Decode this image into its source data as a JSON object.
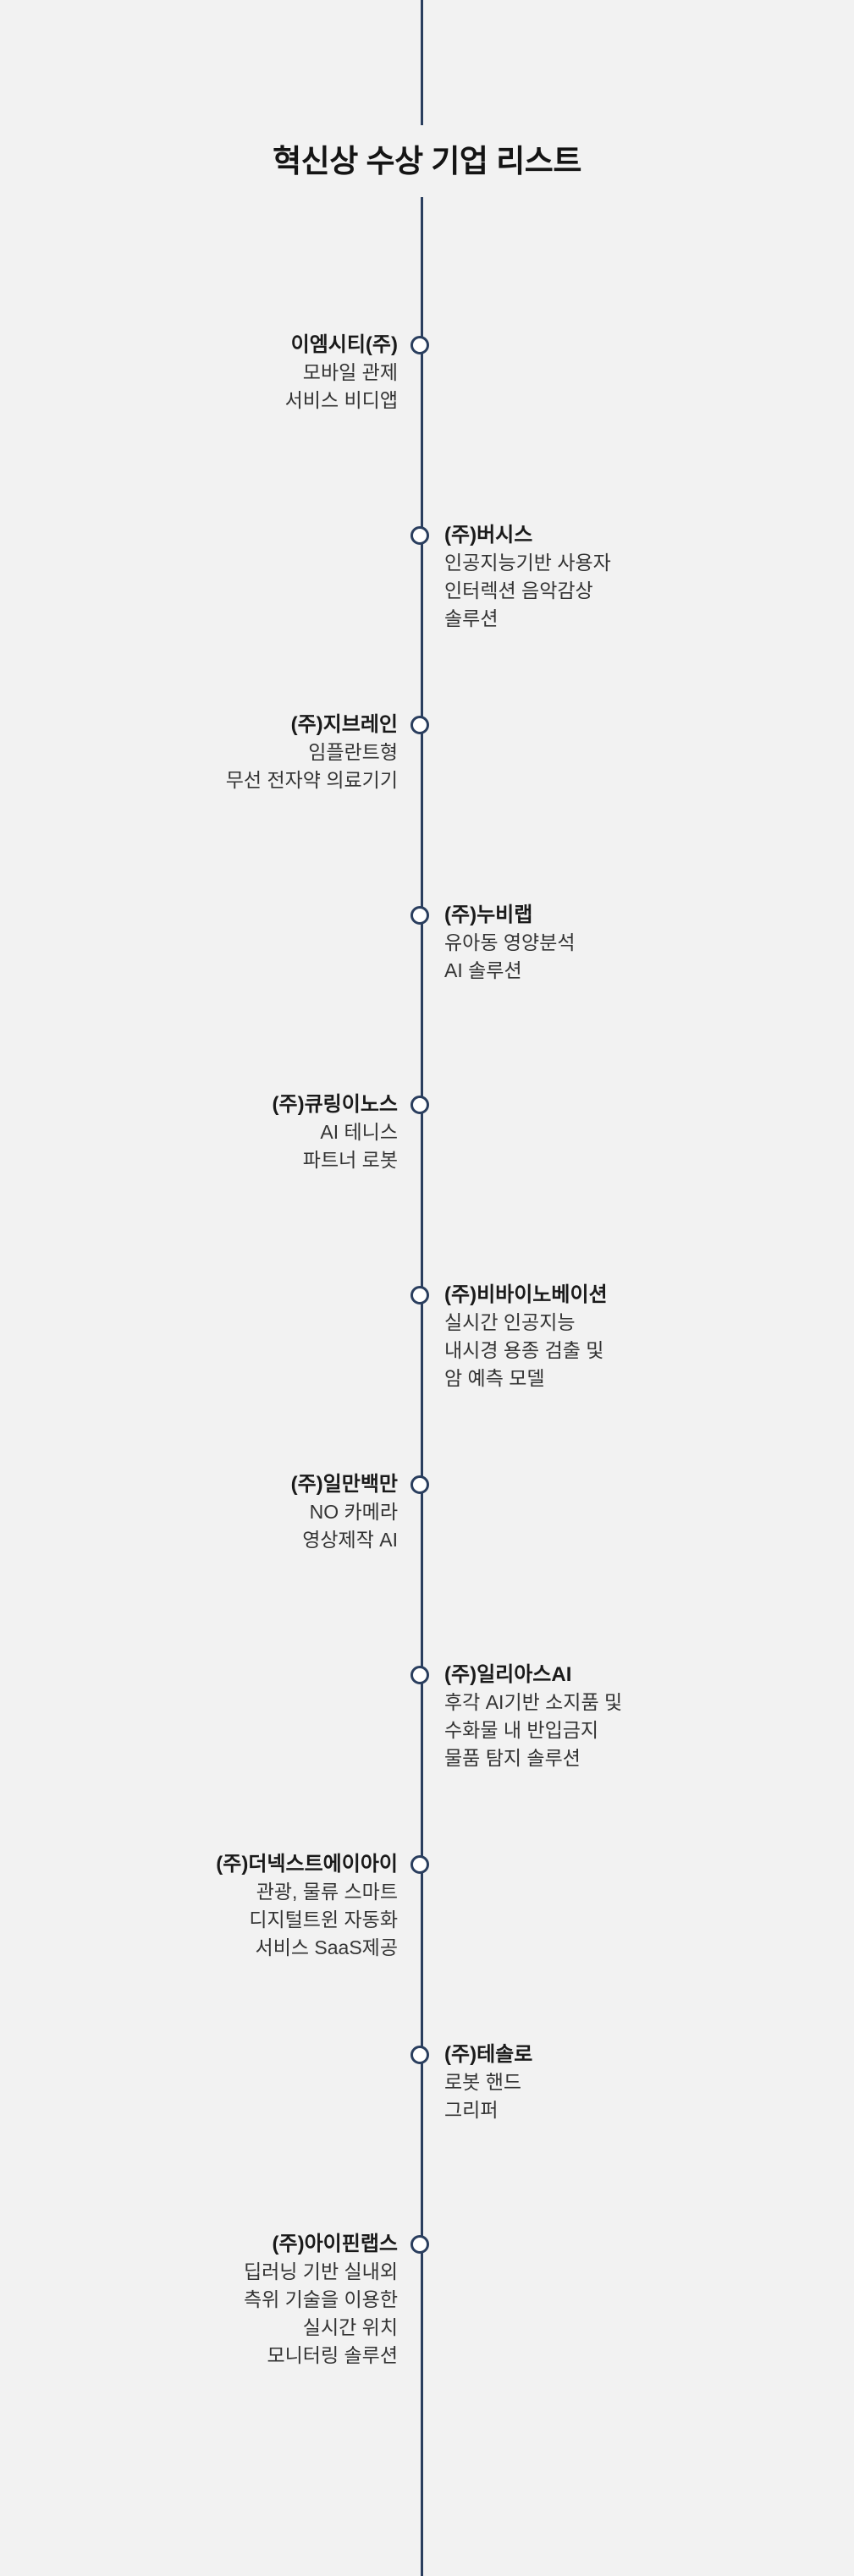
{
  "title": "혁신상 수상 기업 리스트",
  "colors": {
    "background": "#f2f2f2",
    "timeline": "#2a3e5e",
    "node_fill": "#ffffff",
    "text": "#1a1a1a"
  },
  "entries": [
    {
      "side": "left",
      "company": "이엠시티(주)",
      "lines": [
        "모바일 관제",
        "서비스 비디앱"
      ]
    },
    {
      "side": "right",
      "company": "(주)버시스",
      "lines": [
        "인공지능기반 사용자",
        "인터렉션 음악감상",
        "솔루션"
      ]
    },
    {
      "side": "left",
      "company": "(주)지브레인",
      "lines": [
        "임플란트형",
        "무선 전자약 의료기기"
      ]
    },
    {
      "side": "right",
      "company": "(주)누비랩",
      "lines": [
        "유아동 영양분석",
        "AI 솔루션"
      ]
    },
    {
      "side": "left",
      "company": "(주)큐링이노스",
      "lines": [
        "AI 테니스",
        "파트너 로봇"
      ]
    },
    {
      "side": "right",
      "company": "(주)비바이노베이션",
      "lines": [
        "실시간 인공지능",
        "내시경 용종 검출 및",
        "암 예측 모델"
      ]
    },
    {
      "side": "left",
      "company": "(주)일만백만",
      "lines": [
        "NO 카메라",
        "영상제작 AI"
      ]
    },
    {
      "side": "right",
      "company": "(주)일리아스AI",
      "lines": [
        "후각 AI기반 소지품 및",
        "수화물 내 반입금지",
        "물품 탐지 솔루션"
      ]
    },
    {
      "side": "left",
      "company": "(주)더넥스트에이아이",
      "lines": [
        "관광, 물류 스마트",
        "디지털트윈 자동화",
        "서비스 SaaS제공"
      ]
    },
    {
      "side": "right",
      "company": "(주)테솔로",
      "lines": [
        "로봇 핸드",
        "그리퍼"
      ]
    },
    {
      "side": "left",
      "company": "(주)아이핀랩스",
      "lines": [
        "딥러닝 기반 실내외",
        "측위 기술을 이용한",
        "실시간 위치",
        "모니터링 솔루션"
      ]
    }
  ]
}
